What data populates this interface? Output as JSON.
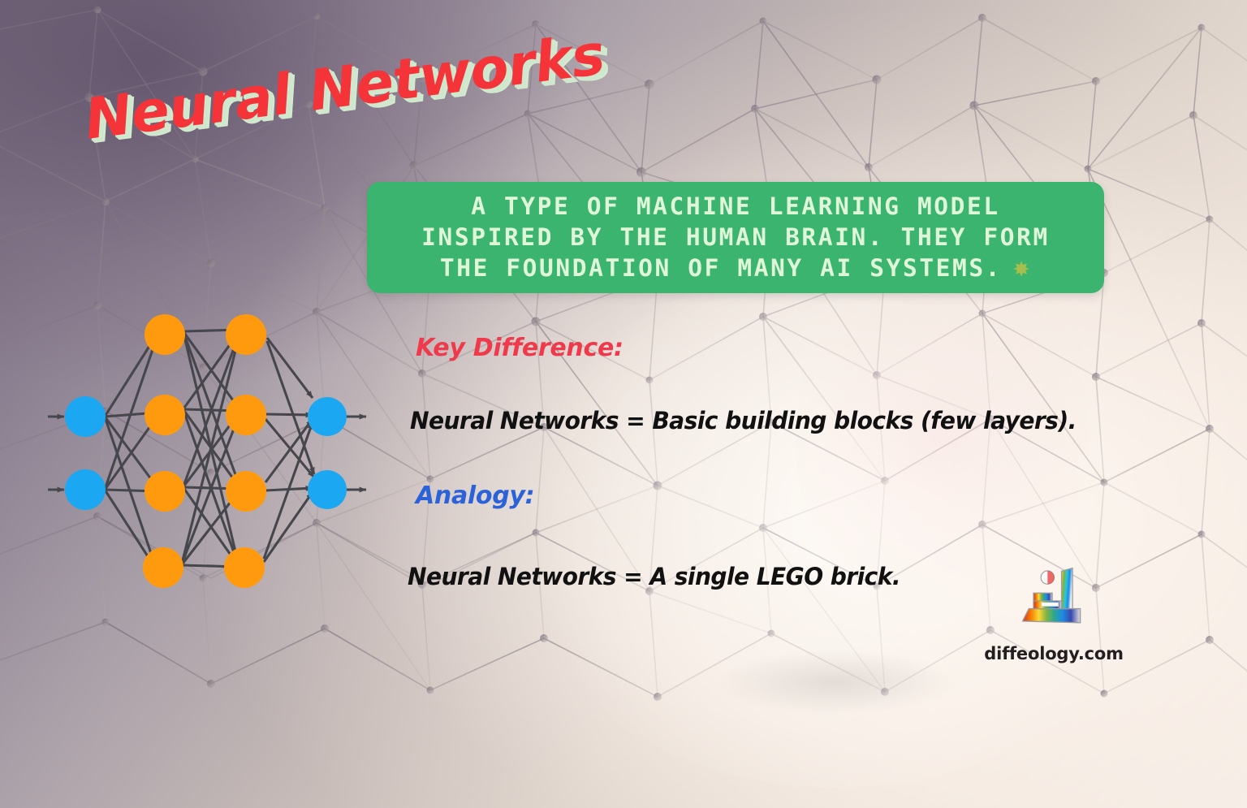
{
  "meta": {
    "title": "Neural Networks",
    "kind": "educational-infographic"
  },
  "title": {
    "text": "Neural Networks",
    "color": "#f5343a",
    "shadow_color": "#cfe8cd"
  },
  "banner": {
    "background_color": "#3ab46f",
    "text_color": "#dff7d8",
    "lines": [
      "A TYPE OF MACHINE LEARNING MODEL",
      "INSPIRED BY THE HUMAN BRAIN. THEY FORM",
      "THE FOUNDATION OF MANY AI SYSTEMS."
    ],
    "emoji_icon": "puzzle-sparkle-icon",
    "emoji_color": "#bfc44a"
  },
  "sections": [
    {
      "label": "Key Difference:",
      "label_color": "#ef3a4c",
      "text": "Neural Networks = Basic building blocks (few layers)."
    },
    {
      "label": "Analogy:",
      "label_color": "#2b62d9",
      "text": "Neural Networks = A single LEGO brick."
    }
  ],
  "key_difference": {
    "label": "Key Difference:",
    "text": "Neural Networks = Basic building blocks (few layers)."
  },
  "analogy": {
    "label": "Analogy:",
    "text": "Neural Networks = A single LEGO brick."
  },
  "diagram": {
    "name": "neural-network-diagram",
    "input_node_color": "#1ba7f2",
    "hidden_node_color": "#ff9a0e",
    "output_node_color": "#1ba7f2",
    "edge_color": "#4a4a50",
    "layers": [
      {
        "name": "input-layer",
        "count": 2,
        "color": "#1ba7f2"
      },
      {
        "name": "hidden-layer-1",
        "count": 4,
        "color": "#ff9a0e"
      },
      {
        "name": "hidden-layer-2",
        "count": 4,
        "color": "#ff9a0e"
      },
      {
        "name": "output-layer",
        "count": 2,
        "color": "#1ba7f2"
      }
    ]
  },
  "logo": {
    "mark": "diffeology-rainbow-logo",
    "text": "diffeology.com",
    "text_color": "#231f20"
  },
  "background": {
    "top_left_color": "#6d6073",
    "bottom_left_color": "#b5aab5",
    "bottom_right_color": "#f5efe8",
    "mesh_color": "#8d8289"
  }
}
